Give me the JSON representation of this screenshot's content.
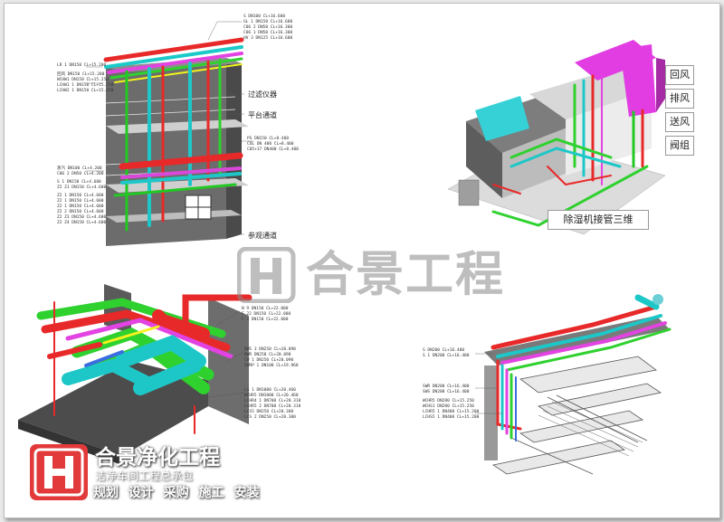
{
  "watermark": {
    "text": "合景工程"
  },
  "brand": {
    "company": "合景净化工程",
    "tagline": "洁净车间工程总承包",
    "services": [
      "规划",
      "设计",
      "采购",
      "施工",
      "安装"
    ],
    "accent_color": "#e23a3a"
  },
  "panels": {
    "top_left": {
      "top_labels": [
        "S DN100 CL+16.600",
        "GL 1 DN150 CL+16.600",
        "C06 2 DN50 CL+16.300",
        "C06 1 DN50 CL+16.300",
        "HV 3 DN125 CL+16.600"
      ],
      "left_labels": [
        "LR 1 DN150 CL+15.200",
        "回风 DN150 CL+15.200",
        "WCHW1 DN150 CL+15.250",
        "LCHW1 1 DN150 CL+15.250",
        "LCHW2 1 DN150 CL+15.250"
      ],
      "mid_labels": [
        "PS DN150 CL+8.400",
        "COL DN 400 CL+8.400",
        "C05+17 DN400 CL+8.400"
      ],
      "lower_labels": [
        "蒸汽 DN100 CL+4.200",
        "C06 2 DN50 CL+4.200",
        "S 1 DN150 CL+4.600",
        "Z2 Z1 DN150 CL+4.600",
        "Z2 1 DN150 CL+4.600",
        "Z2 1 DN150 CL+4.600",
        "Z2 1 DN150 CL+4.600",
        "Z2 2 DN150 CL+4.600",
        "Z2 Z3 DN150 CL+4.600",
        "Z2 Z4 DN150 CL+4.600"
      ],
      "callouts": [
        "过滤仪器",
        "平台通道",
        "参观通道"
      ]
    },
    "top_right": {
      "legend": [
        "回风",
        "排风",
        "送风",
        "阀组"
      ],
      "caption": "除湿机接管三维"
    },
    "bottom_left": {
      "top_labels": [
        "N 9 DN150 CL+22.000",
        "F 22 DN150 CL+22.000",
        "F 3 DN150 CL+22.000"
      ],
      "mid_labels": [
        "BWS 3 DN250 CL+20.090",
        "BWR DN250 CL+20.090",
        "CW 1 DN250 CL+20.090",
        "SWRP 1 DN100 CL+19.960"
      ],
      "bottom_labels": [
        "LS 1 DN1000 CL+20.460",
        "WCHR5 DN1000 CL+20.460",
        "LCHR4 1 DN700 CL+20.310",
        "LCHR5 2 DN700 CL+20.310",
        "LCS5 DN250 CL+20.300",
        "LCS 2 DN250 CL+20.300"
      ]
    },
    "bottom_right": {
      "top_labels": [
        "S DN200 CL+16.400",
        "S 1 DN200 CL+16.400"
      ],
      "mid_labels": [
        "SWR DN200 CL+16.400",
        "SWS DN200 CL+16.400",
        "WCHR5 DN280 CL+15.250",
        "WCHS1 DN280 CL+15.250",
        "LCHR5 1 DN400 CL+15.200",
        "LCHS5 1 DN400 CL+15.200"
      ]
    }
  }
}
